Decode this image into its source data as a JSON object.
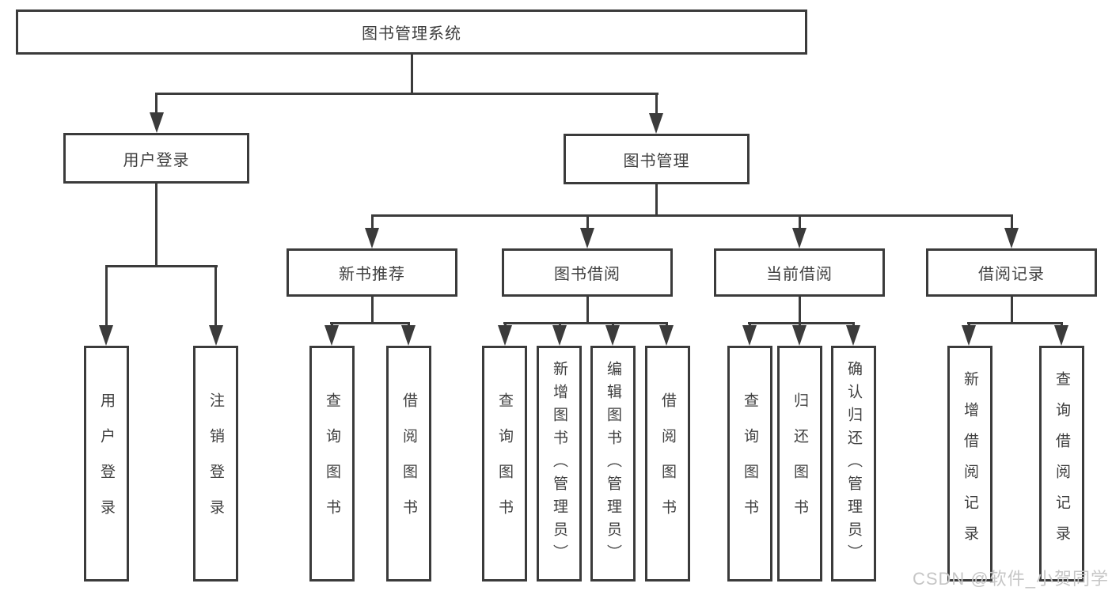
{
  "tree": {
    "root": "图书管理系统",
    "branches": {
      "login": {
        "label": "用户登录",
        "children": [
          "用户登录",
          "注销登录"
        ]
      },
      "management": {
        "label": "图书管理",
        "groups": [
          {
            "label": "新书推荐",
            "children": [
              "查询图书",
              "借阅图书"
            ]
          },
          {
            "label": "图书借阅",
            "children": [
              "查询图书",
              "新增图书（管理员）",
              "编辑图书（管理员）",
              "借阅图书"
            ]
          },
          {
            "label": "当前借阅",
            "children": [
              "查询图书",
              "归还图书",
              "确认归还（管理员）"
            ]
          },
          {
            "label": "借阅记录",
            "children": [
              "新增借阅记录",
              "查询借阅记录"
            ]
          }
        ]
      }
    }
  },
  "watermark": "CSDN @软件_小贺同学",
  "colors": {
    "line": "#3b3b3b",
    "text": "#3f3f3f",
    "background": "#ffffff",
    "watermark": "#c6c6c6"
  }
}
